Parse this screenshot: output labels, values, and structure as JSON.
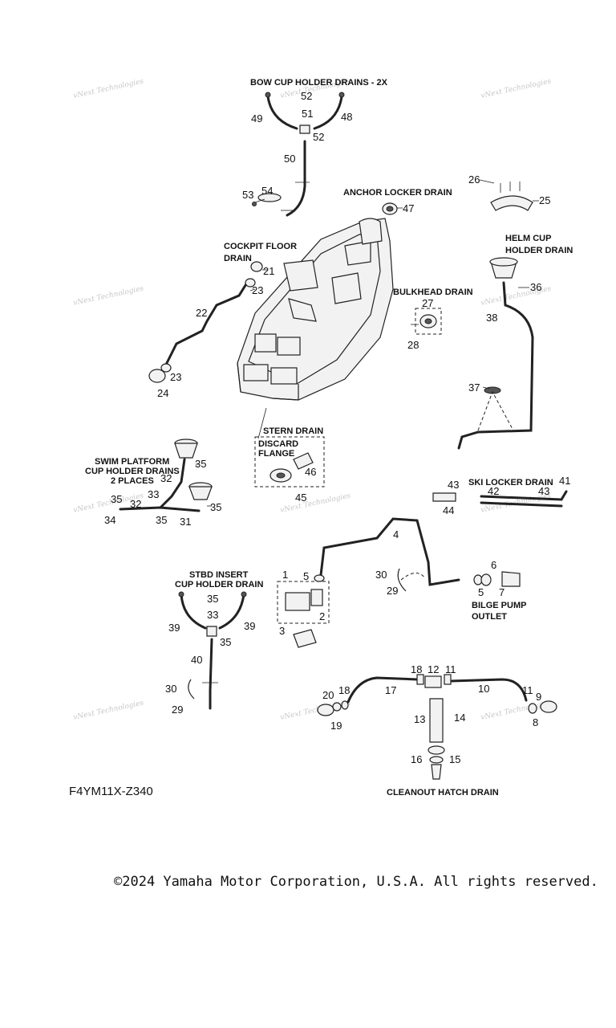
{
  "titles": {
    "bow_cup": "BOW CUP HOLDER DRAINS - 2X",
    "anchor": "ANCHOR LOCKER DRAIN",
    "cockpit_1": "COCKPIT FLOOR",
    "cockpit_2": "DRAIN",
    "helm_1": "HELM CUP",
    "helm_2": "HOLDER DRAIN",
    "bulkhead": "BULKHEAD DRAIN",
    "stern": "STERN DRAIN",
    "discard_1": "DISCARD",
    "discard_2": "FLANGE",
    "swim_1": "SWIM PLATFORM",
    "swim_2": "CUP HOLDER DRAINS",
    "swim_3": "2 PLACES",
    "ski": "SKI LOCKER DRAIN",
    "stbd_1": "STBD INSERT",
    "stbd_2": "CUP HOLDER DRAIN",
    "bilge_1": "BILGE PUMP",
    "bilge_2": "OUTLET",
    "cleanout": "CLEANOUT HATCH DRAIN"
  },
  "watermark": "vNext Technologies",
  "diagram_code": "F4YM11X-Z340",
  "copyright": "©2024 Yamaha Motor Corporation, U.S.A. All rights reserved."
}
